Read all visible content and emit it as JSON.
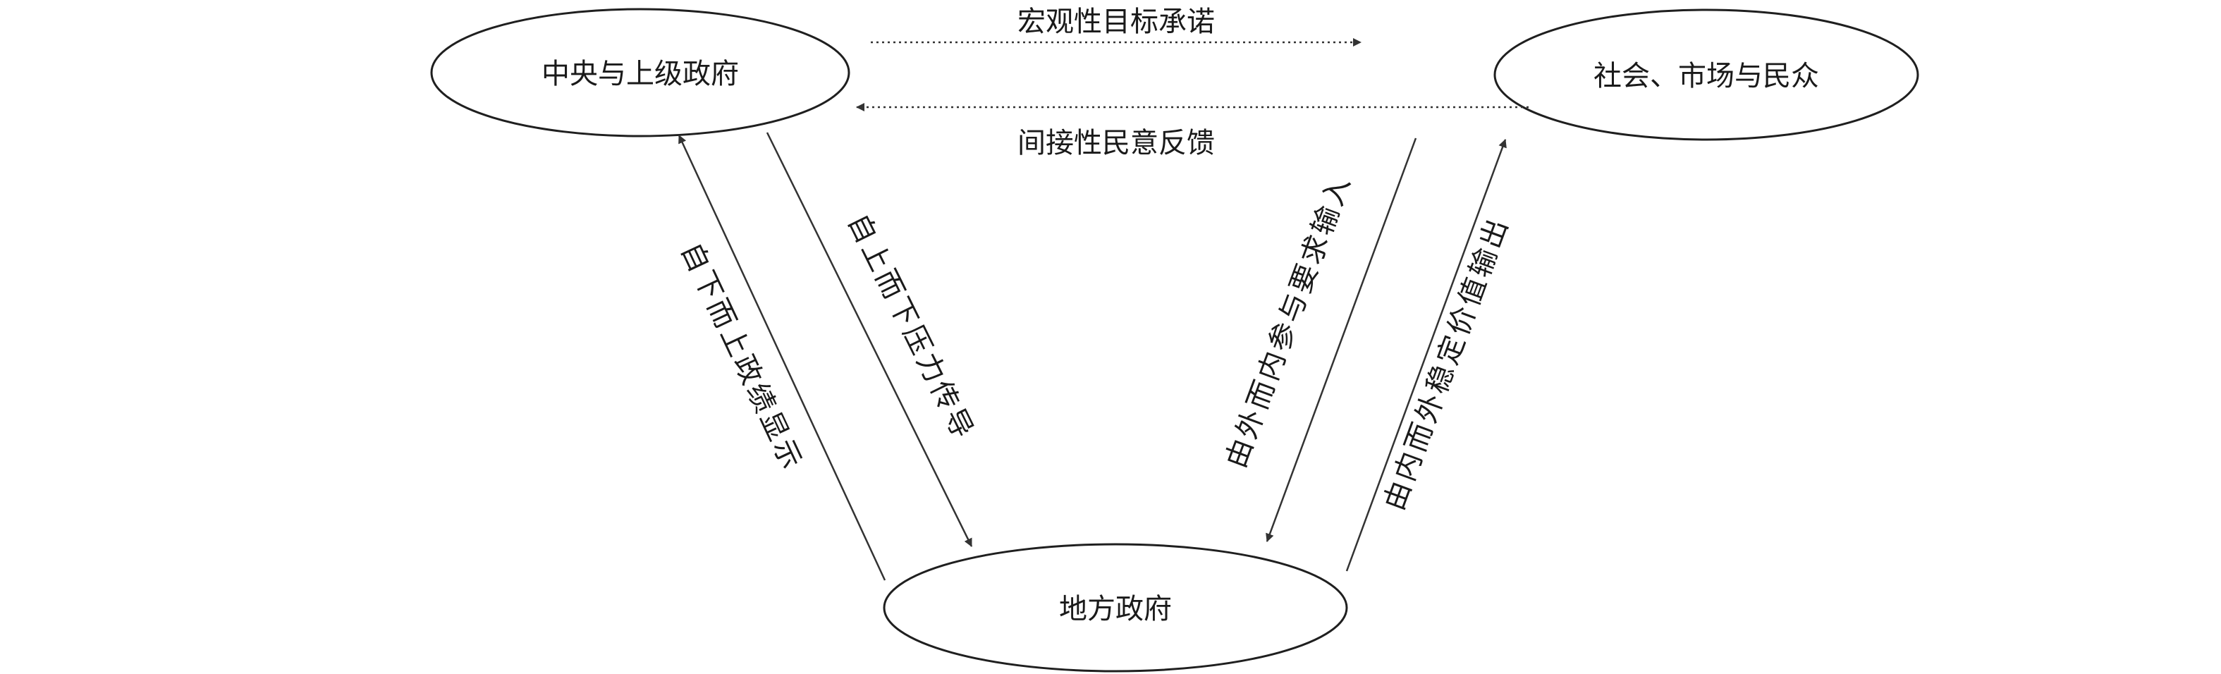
{
  "nodes": {
    "central": "中央与上级政府",
    "society": "社会、市场与民众",
    "local": "地方政府"
  },
  "edges": {
    "macro_commitment": "宏观性目标承诺",
    "indirect_feedback": "间接性民意反馈",
    "top_down_pressure": "自上而下压力传导",
    "bottom_up_display": "自下而上政绩显示",
    "outside_in_input": "由外而内参与要求输入",
    "inside_out_output": "由内而外稳定价值输出"
  },
  "colors": {
    "stroke": "#1f1f1f",
    "text": "#1a1a1a",
    "background": "#ffffff"
  }
}
